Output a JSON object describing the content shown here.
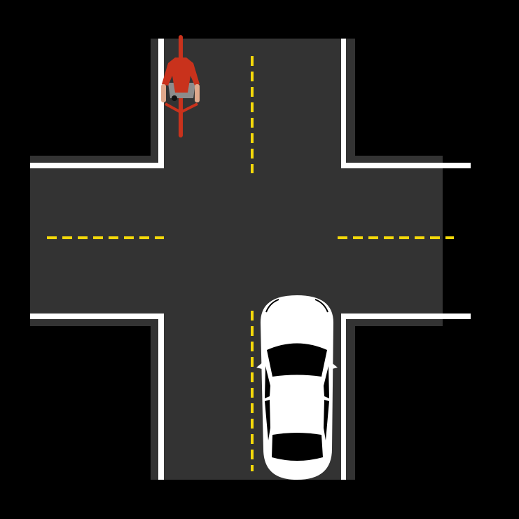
{
  "scene": {
    "type": "intersection",
    "colors": {
      "background": "#000000",
      "asphalt": "#333333",
      "edge_line": "#ffffff",
      "center_line": "#f5d90a",
      "cyclist": "#c9321c",
      "skin": "#e0a98c",
      "car": "#ffffff"
    },
    "objects": [
      "cyclist",
      "car"
    ]
  }
}
